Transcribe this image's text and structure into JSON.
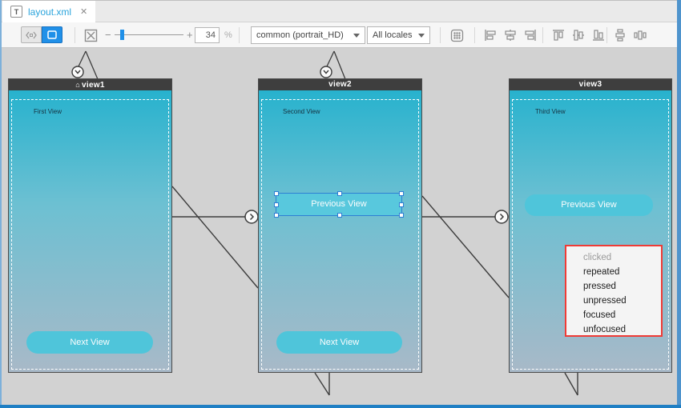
{
  "colors": {
    "accent_blue": "#2090e8",
    "selection_blue": "#2e7fd4",
    "button_cyan": "#4fc5da",
    "popup_border_red": "#ef3b36",
    "view_header_dark": "#3e3e3e",
    "frame_blue": "#1f7fc4",
    "tab_label_blue": "#2aa4dc"
  },
  "tab_bar": {
    "tab": {
      "icon_letter": "T",
      "label": "layout.xml",
      "close_glyph": "✕"
    }
  },
  "toolbar": {
    "zoom_out_glyph": "−",
    "zoom_in_glyph": "+",
    "zoom_value": "34",
    "zoom_unit": "%",
    "config_dropdown_value": "common (portrait_HD)",
    "locales_dropdown_value": "All locales"
  },
  "views": [
    {
      "title": "view1",
      "start_glyph": "⌂",
      "caption": "First View",
      "next_button": "Next View"
    },
    {
      "title": "view2",
      "caption": "Second View",
      "previous_button": "Previous View",
      "next_button": "Next View"
    },
    {
      "title": "view3",
      "caption": "Third View",
      "previous_button": "Previous View",
      "popup_items": [
        "clicked",
        "repeated",
        "pressed",
        "unpressed",
        "focused",
        "unfocused"
      ]
    }
  ]
}
